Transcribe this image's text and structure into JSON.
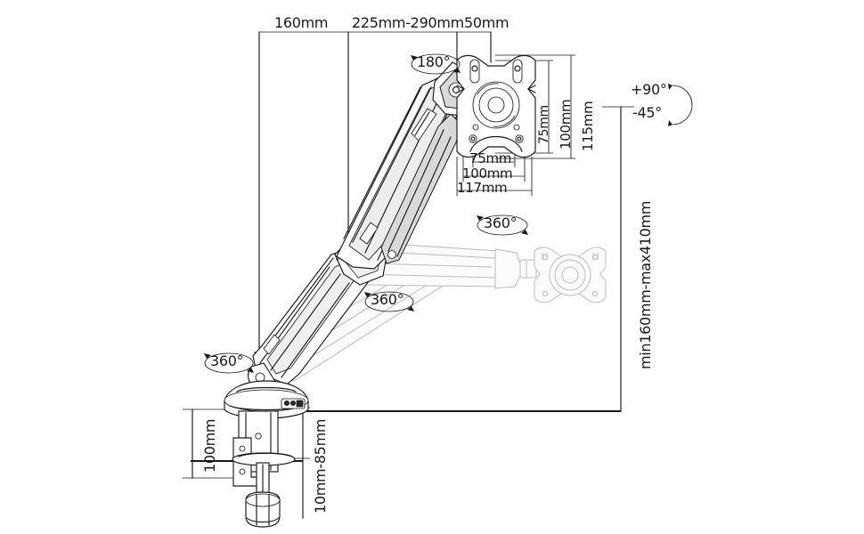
{
  "drawing": {
    "title": "Gas spring monitor arm dimension drawing",
    "background_color": "#ffffff",
    "line_color": "#1a1a1a",
    "ghost_color": "#b8b8b8",
    "text_color": "#1a1a1a"
  },
  "dimensions": {
    "top": [
      {
        "id": "depth-base-to-joint",
        "label": "160mm"
      },
      {
        "id": "arm-reach-range",
        "label": "225mm-290mm"
      },
      {
        "id": "vesa-offset",
        "label": "50mm"
      }
    ],
    "vesa_vertical": [
      {
        "id": "vesa-v-75",
        "label": "75mm"
      },
      {
        "id": "vesa-v-100",
        "label": "100mm"
      },
      {
        "id": "plate-height-115",
        "label": "115mm"
      }
    ],
    "vesa_horizontal": [
      {
        "id": "vesa-h-75",
        "label": "75mm"
      },
      {
        "id": "vesa-h-100",
        "label": "100mm"
      },
      {
        "id": "plate-width-117",
        "label": "117mm"
      }
    ],
    "height_range": {
      "id": "column-height-range",
      "label": "min160mm-max410mm"
    },
    "clamp_height": {
      "id": "clamp-post-height",
      "label": "100mm"
    },
    "desk_thickness": {
      "id": "desk-thickness-range",
      "label": "10mm-85mm"
    }
  },
  "rotation_labels": [
    {
      "id": "tilt-180",
      "label": "180°",
      "icon": "rotation-arc-icon"
    },
    {
      "id": "swivel-head-360",
      "label": "360°",
      "icon": "rotation-circle-icon"
    },
    {
      "id": "swivel-elbow-360",
      "label": "360°",
      "icon": "rotation-circle-icon"
    },
    {
      "id": "swivel-base-360",
      "label": "360°",
      "icon": "rotation-circle-icon"
    }
  ],
  "tilt_labels": {
    "up": "+90°",
    "down": "-45°",
    "icon": "tilt-arc-icon"
  }
}
